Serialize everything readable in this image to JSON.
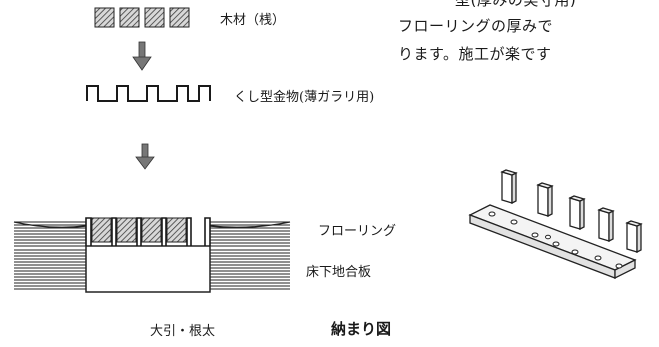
{
  "labels": {
    "wood": "木材（桟）",
    "comb": "くし型金物(薄ガラリ用)",
    "flooring": "フローリング",
    "subfloor": "床下地合板",
    "joist": "大引・根太",
    "caption": "納まり図"
  },
  "right_text": {
    "line0": "型(厚みの実寸用)",
    "line1": "フローリングの厚みで",
    "line2": "ります。施工が楽です"
  }
}
